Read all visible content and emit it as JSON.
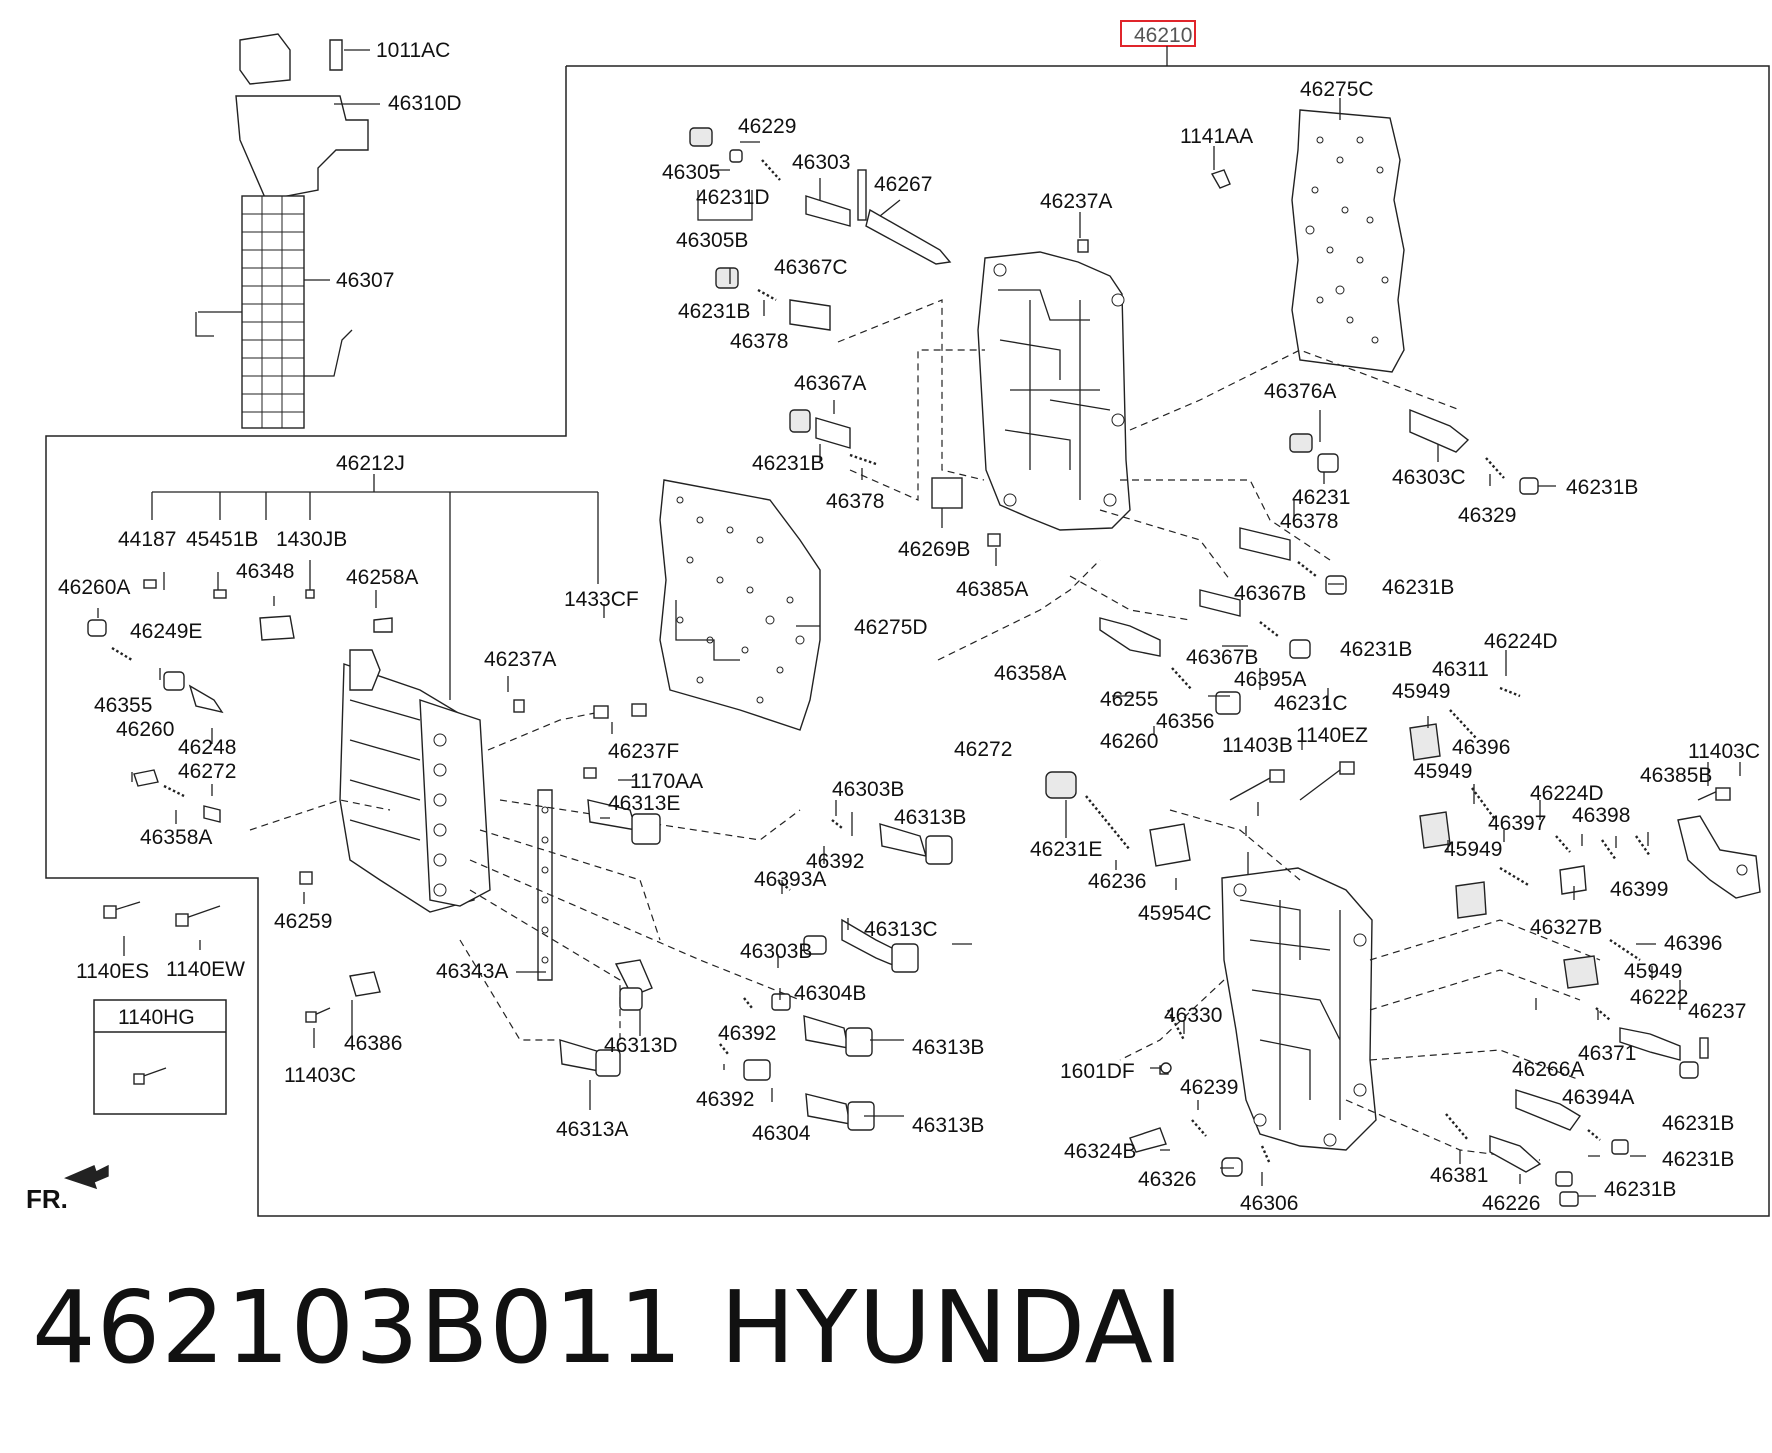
{
  "labels": {
    "a46210": "46210",
    "a1011AC": "1011AC",
    "a46310D": "46310D",
    "a46307": "46307",
    "a46229": "46229",
    "a46305": "46305",
    "a46231D": "46231D",
    "a46305B": "46305B",
    "a46303": "46303",
    "a46267": "46267",
    "a46237A_top": "46237A",
    "a46275C": "46275C",
    "a1141AA": "1141AA",
    "a46231B_1": "46231B",
    "a46367C": "46367C",
    "a46378_1": "46378",
    "a46367A": "46367A",
    "a46231B_2": "46231B",
    "a46378_2": "46378",
    "a46269B": "46269B",
    "a46385A": "46385A",
    "a46376A": "46376A",
    "a46303C": "46303C",
    "a46231B_3": "46231B",
    "a46231": "46231",
    "a46378_3": "46378",
    "a46329": "46329",
    "a46367B_1": "46367B",
    "a46231B_4": "46231B",
    "a46212J": "46212J",
    "a44187": "44187",
    "a45451B": "45451B",
    "a1430JB": "1430JB",
    "a46348": "46348",
    "a46260A": "46260A",
    "a46258A": "46258A",
    "a1433CF": "1433CF",
    "a46249E": "46249E",
    "a46237A_mid": "46237A",
    "a46355": "46355",
    "a46260_1": "46260",
    "a46248": "46248",
    "a46272_1": "46272",
    "a46358A_1": "46358A",
    "a46237F": "46237F",
    "a1170AA": "1170AA",
    "a46313E": "46313E",
    "a46275D": "46275D",
    "a46367B_2": "46367B",
    "a46231B_5": "46231B",
    "a46255": "46255",
    "a46356": "46356",
    "a46395A": "46395A",
    "a46231C": "46231C",
    "a46358A_2": "46358A",
    "a46272_2": "46272",
    "a46260_2": "46260",
    "a46224D_1": "46224D",
    "a46311": "46311",
    "a45949_1": "45949",
    "a11403B": "11403B",
    "a1140EZ": "1140EZ",
    "a46396_1": "46396",
    "a11403C_1": "11403C",
    "a46385B": "46385B",
    "a45949_2": "45949",
    "a46224D_2": "46224D",
    "a46397": "46397",
    "a46398": "46398",
    "a46399": "46399",
    "a45949_3": "45949",
    "a46327B": "46327B",
    "a46396_2": "46396",
    "a45949_4": "45949",
    "a46303B_1": "46303B",
    "a46313B_1": "46313B",
    "a46392_1": "46392",
    "a46393A": "46393A",
    "a46303B_2": "46303B",
    "a46313C": "46313C",
    "a46304B": "46304B",
    "a46231E": "46231E",
    "a46236": "46236",
    "a45954C": "45954C",
    "a1140ES": "1140ES",
    "a1140EW": "1140EW",
    "a46259": "46259",
    "a46343A": "46343A",
    "a46313D": "46313D",
    "a46392_2": "46392",
    "a46313B_2": "46313B",
    "a46386": "46386",
    "a11403C_2": "11403C",
    "a1140HG": "1140HG",
    "a46313A": "46313A",
    "a46392_3": "46392",
    "a46304": "46304",
    "a46313B_3": "46313B",
    "a46330": "46330",
    "a1601DF": "1601DF",
    "a46239": "46239",
    "a46324B": "46324B",
    "a46326": "46326",
    "a46306": "46306",
    "a46222": "46222",
    "a46237": "46237",
    "a46371": "46371",
    "a46266A": "46266A",
    "a46394A": "46394A",
    "a46231B_6": "46231B",
    "a46231B_7": "46231B",
    "a46381": "46381",
    "a46226": "46226",
    "a46231B_8": "46231B",
    "fr": "FR."
  },
  "caption": {
    "part_number": "462103B011",
    "brand": "HYUNDAI"
  },
  "colors": {
    "highlight": "#e0252b",
    "line": "#222222",
    "text": "#111111"
  }
}
